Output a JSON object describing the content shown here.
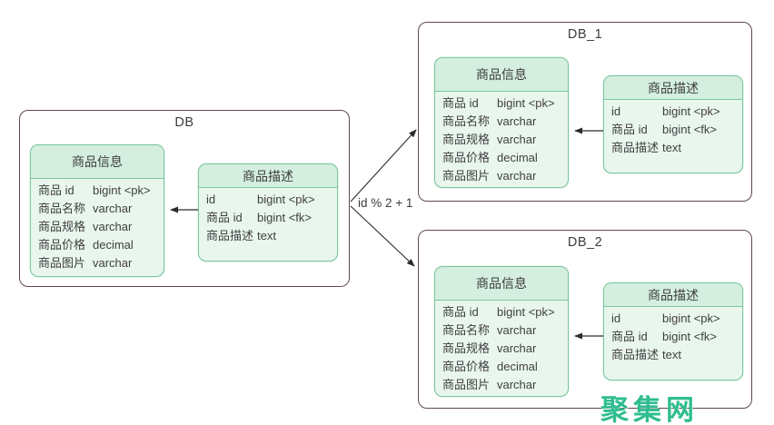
{
  "diagram": {
    "db": {
      "title": "DB"
    },
    "db1": {
      "title": "DB_1"
    },
    "db2": {
      "title": "DB_2"
    },
    "shard_rule": "id % 2 + 1",
    "watermark": "聚集网"
  },
  "tables": {
    "product_info": {
      "title": "商品信息",
      "rows": [
        {
          "name": "商品 id",
          "type": "bigint <pk>"
        },
        {
          "name": "商品名称",
          "type": "varchar"
        },
        {
          "name": "商品规格",
          "type": "varchar"
        },
        {
          "name": "商品价格",
          "type": "decimal"
        },
        {
          "name": "商品图片",
          "type": "varchar"
        }
      ]
    },
    "product_desc": {
      "title": "商品描述",
      "rows": [
        {
          "name": "id",
          "type": "bigint <pk>"
        },
        {
          "name": "商品 id",
          "type": "bigint <fk>"
        },
        {
          "name": "商品描述",
          "type": "text"
        }
      ]
    }
  },
  "colors": {
    "table_border": "#7cc79c",
    "table_header_bg": "#d4efdf",
    "table_body_bg": "#e9f6ee",
    "container_border": "#5f4b4b",
    "arrow": "#2b2b2b",
    "watermark": "#2fbd90",
    "text": "#3c3c3c"
  }
}
